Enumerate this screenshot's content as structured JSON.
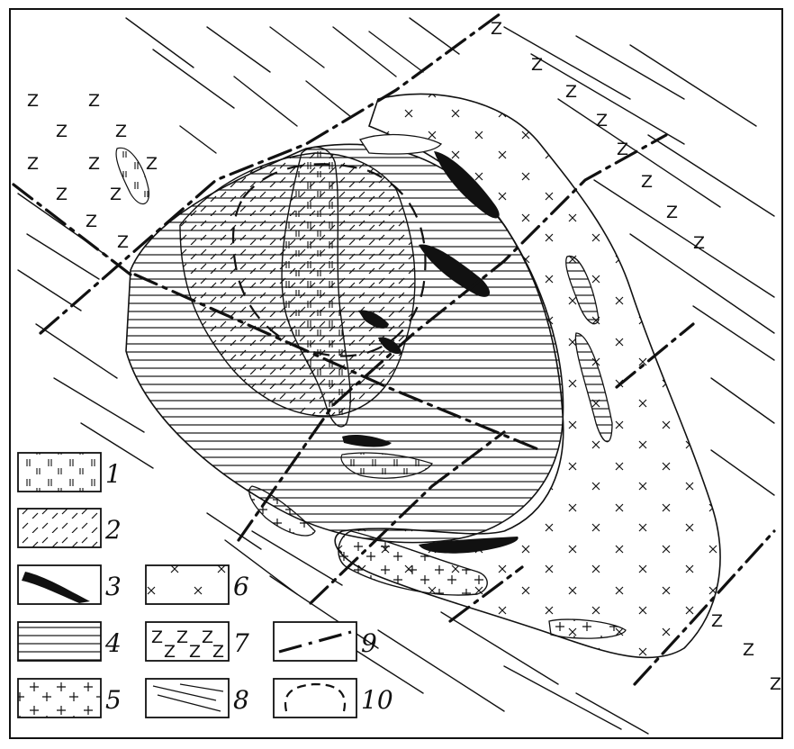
{
  "legend": [
    {
      "number": "1",
      "pattern": "vertical-ticks"
    },
    {
      "number": "2",
      "pattern": "oblique-dashes"
    },
    {
      "number": "3",
      "pattern": "black-band"
    },
    {
      "number": "4",
      "pattern": "horizontal-lines"
    },
    {
      "number": "5",
      "pattern": "plus-signs"
    },
    {
      "number": "6",
      "pattern": "x-crosses"
    },
    {
      "number": "7",
      "pattern": "z-letters"
    },
    {
      "number": "8",
      "pattern": "diagonal-strokes"
    },
    {
      "number": "9",
      "pattern": "dash-dot-fault-line"
    },
    {
      "number": "10",
      "pattern": "dashed-contour"
    }
  ],
  "map_glyphs": {
    "z": "Z",
    "x": "×",
    "plus": "+",
    "tick": "ıı"
  },
  "colors": {
    "ink": "#111111",
    "paper": "#ffffff"
  }
}
